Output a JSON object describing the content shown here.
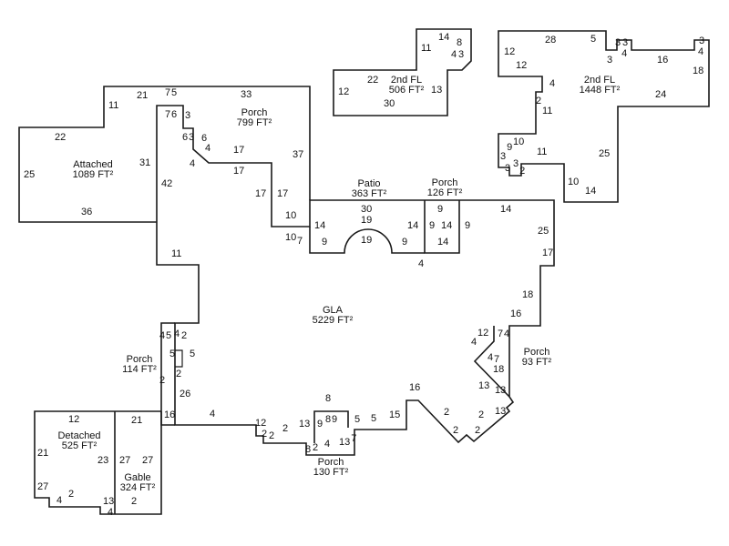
{
  "areas": {
    "gla": {
      "name": "GLA",
      "size": "5229 FT²"
    },
    "attached": {
      "name": "Attached",
      "size": "1089 FT²"
    },
    "porch_799": {
      "name": "Porch",
      "size": "799 FT²"
    },
    "second_fl_506": {
      "name": "2nd FL",
      "size": "506 FT²"
    },
    "second_fl_1448": {
      "name": "2nd FL",
      "size": "1448 FT²"
    },
    "patio": {
      "name": "Patio",
      "size": "363 FT²"
    },
    "porch_126": {
      "name": "Porch",
      "size": "126 FT²"
    },
    "porch_93": {
      "name": "Porch",
      "size": "93 FT²"
    },
    "porch_114": {
      "name": "Porch",
      "size": "114 FT²"
    },
    "porch_130": {
      "name": "Porch",
      "size": "130 FT²"
    },
    "detached": {
      "name": "Detached",
      "size": "525 FT²"
    },
    "gable": {
      "name": "Gable",
      "size": "324 FT²"
    }
  },
  "dims": [
    "21",
    "7",
    "5",
    "11",
    "22",
    "25",
    "31",
    "36",
    "7",
    "6",
    "42",
    "11",
    "3",
    "6",
    "3",
    "6",
    "4",
    "4",
    "33",
    "17",
    "17",
    "37",
    "17",
    "17",
    "10",
    "10",
    "7",
    "11",
    "14",
    "8",
    "4",
    "3",
    "22",
    "12",
    "13",
    "30",
    "28",
    "5",
    "3",
    "3",
    "4",
    "3",
    "4",
    "12",
    "12",
    "3",
    "16",
    "18",
    "4",
    "24",
    "2",
    "11",
    "3",
    "9",
    "10",
    "11",
    "3",
    "3",
    "2",
    "25",
    "10",
    "14",
    "30",
    "19",
    "14",
    "9",
    "19",
    "14",
    "9",
    "9",
    "9",
    "14",
    "14",
    "9",
    "14",
    "25",
    "17",
    "4",
    "18",
    "16",
    "12",
    "4",
    "7",
    "4",
    "4",
    "7",
    "18",
    "13",
    "13",
    "2",
    "13",
    "2",
    "2",
    "2",
    "16",
    "4",
    "5",
    "4",
    "2",
    "5",
    "5",
    "2",
    "2",
    "26",
    "16",
    "4",
    "21",
    "12",
    "21",
    "23",
    "27",
    "27",
    "27",
    "4",
    "2",
    "13",
    "4",
    "2",
    "12",
    "2",
    "2",
    "2",
    "13",
    "8",
    "9",
    "8",
    "9",
    "5",
    "5",
    "15",
    "8",
    "2",
    "4",
    "13",
    "7",
    "2"
  ]
}
